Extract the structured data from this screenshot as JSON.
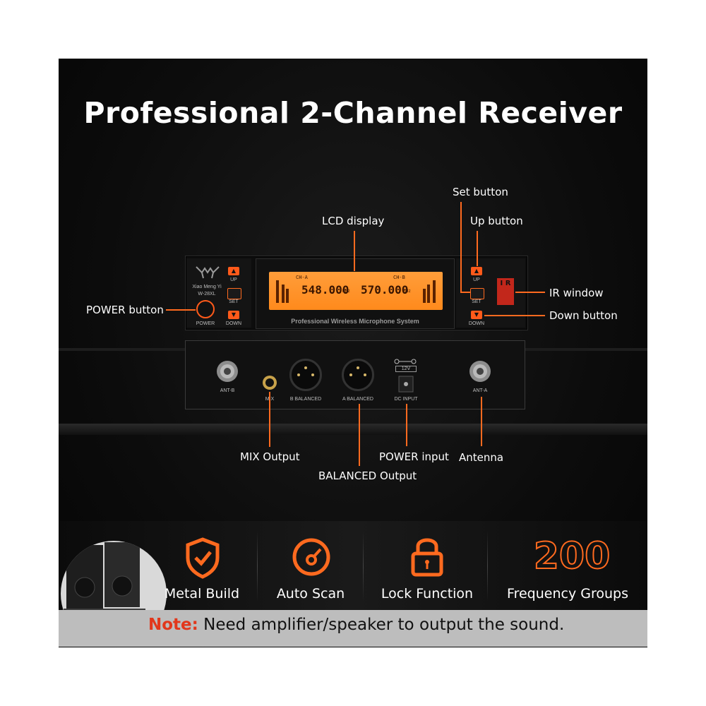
{
  "headline": "Professional 2-Channel Receiver",
  "colors": {
    "accent": "#ff6a1f",
    "note_red": "#e2371b",
    "lcd": "#ff8a1c"
  },
  "device": {
    "brand_line1": "Xiao Meng Yi",
    "brand_line2": "W-28XL",
    "front_left": {
      "up_label": "UP",
      "set_label": "SET",
      "down_label": "DOWN",
      "power_label": "POWER"
    },
    "front_right": {
      "up_label": "UP",
      "set_label": "SET",
      "down_label": "DOWN",
      "ir_label": "I R"
    },
    "lcd": {
      "ch_a": "CH-A",
      "ch_b": "CH-B",
      "freq_a": "548.000",
      "freq_b": "570.000",
      "unit": "MHz"
    },
    "panel_caption": "Professional Wireless Microphone System",
    "back": {
      "ant_b": "ANT-B",
      "mix": "MIX",
      "balanced_b": "B BALANCED",
      "balanced_a": "A BALANCED",
      "dc_input": "DC INPUT",
      "dc_voltage": "12V",
      "ant_a": "ANT-A"
    }
  },
  "callouts": {
    "set_button": "Set button",
    "lcd_display": "LCD display",
    "up_button": "Up button",
    "power_button": "POWER button",
    "ir_window": "IR window",
    "down_button": "Down button",
    "mix_output": "MIX Output",
    "power_input": "POWER input",
    "antenna": "Antenna",
    "balanced_output": "BALANCED Output"
  },
  "features": [
    {
      "icon": "shield-check-icon",
      "label": "Metal Build"
    },
    {
      "icon": "gauge-icon",
      "label": "Auto Scan"
    },
    {
      "icon": "padlock-icon",
      "label": "Lock Function"
    },
    {
      "icon": "number-200",
      "number": "200",
      "label": "Frequency Groups"
    }
  ],
  "note": {
    "prefix": "Note:",
    "text": " Need amplifier/speaker to output the sound."
  }
}
